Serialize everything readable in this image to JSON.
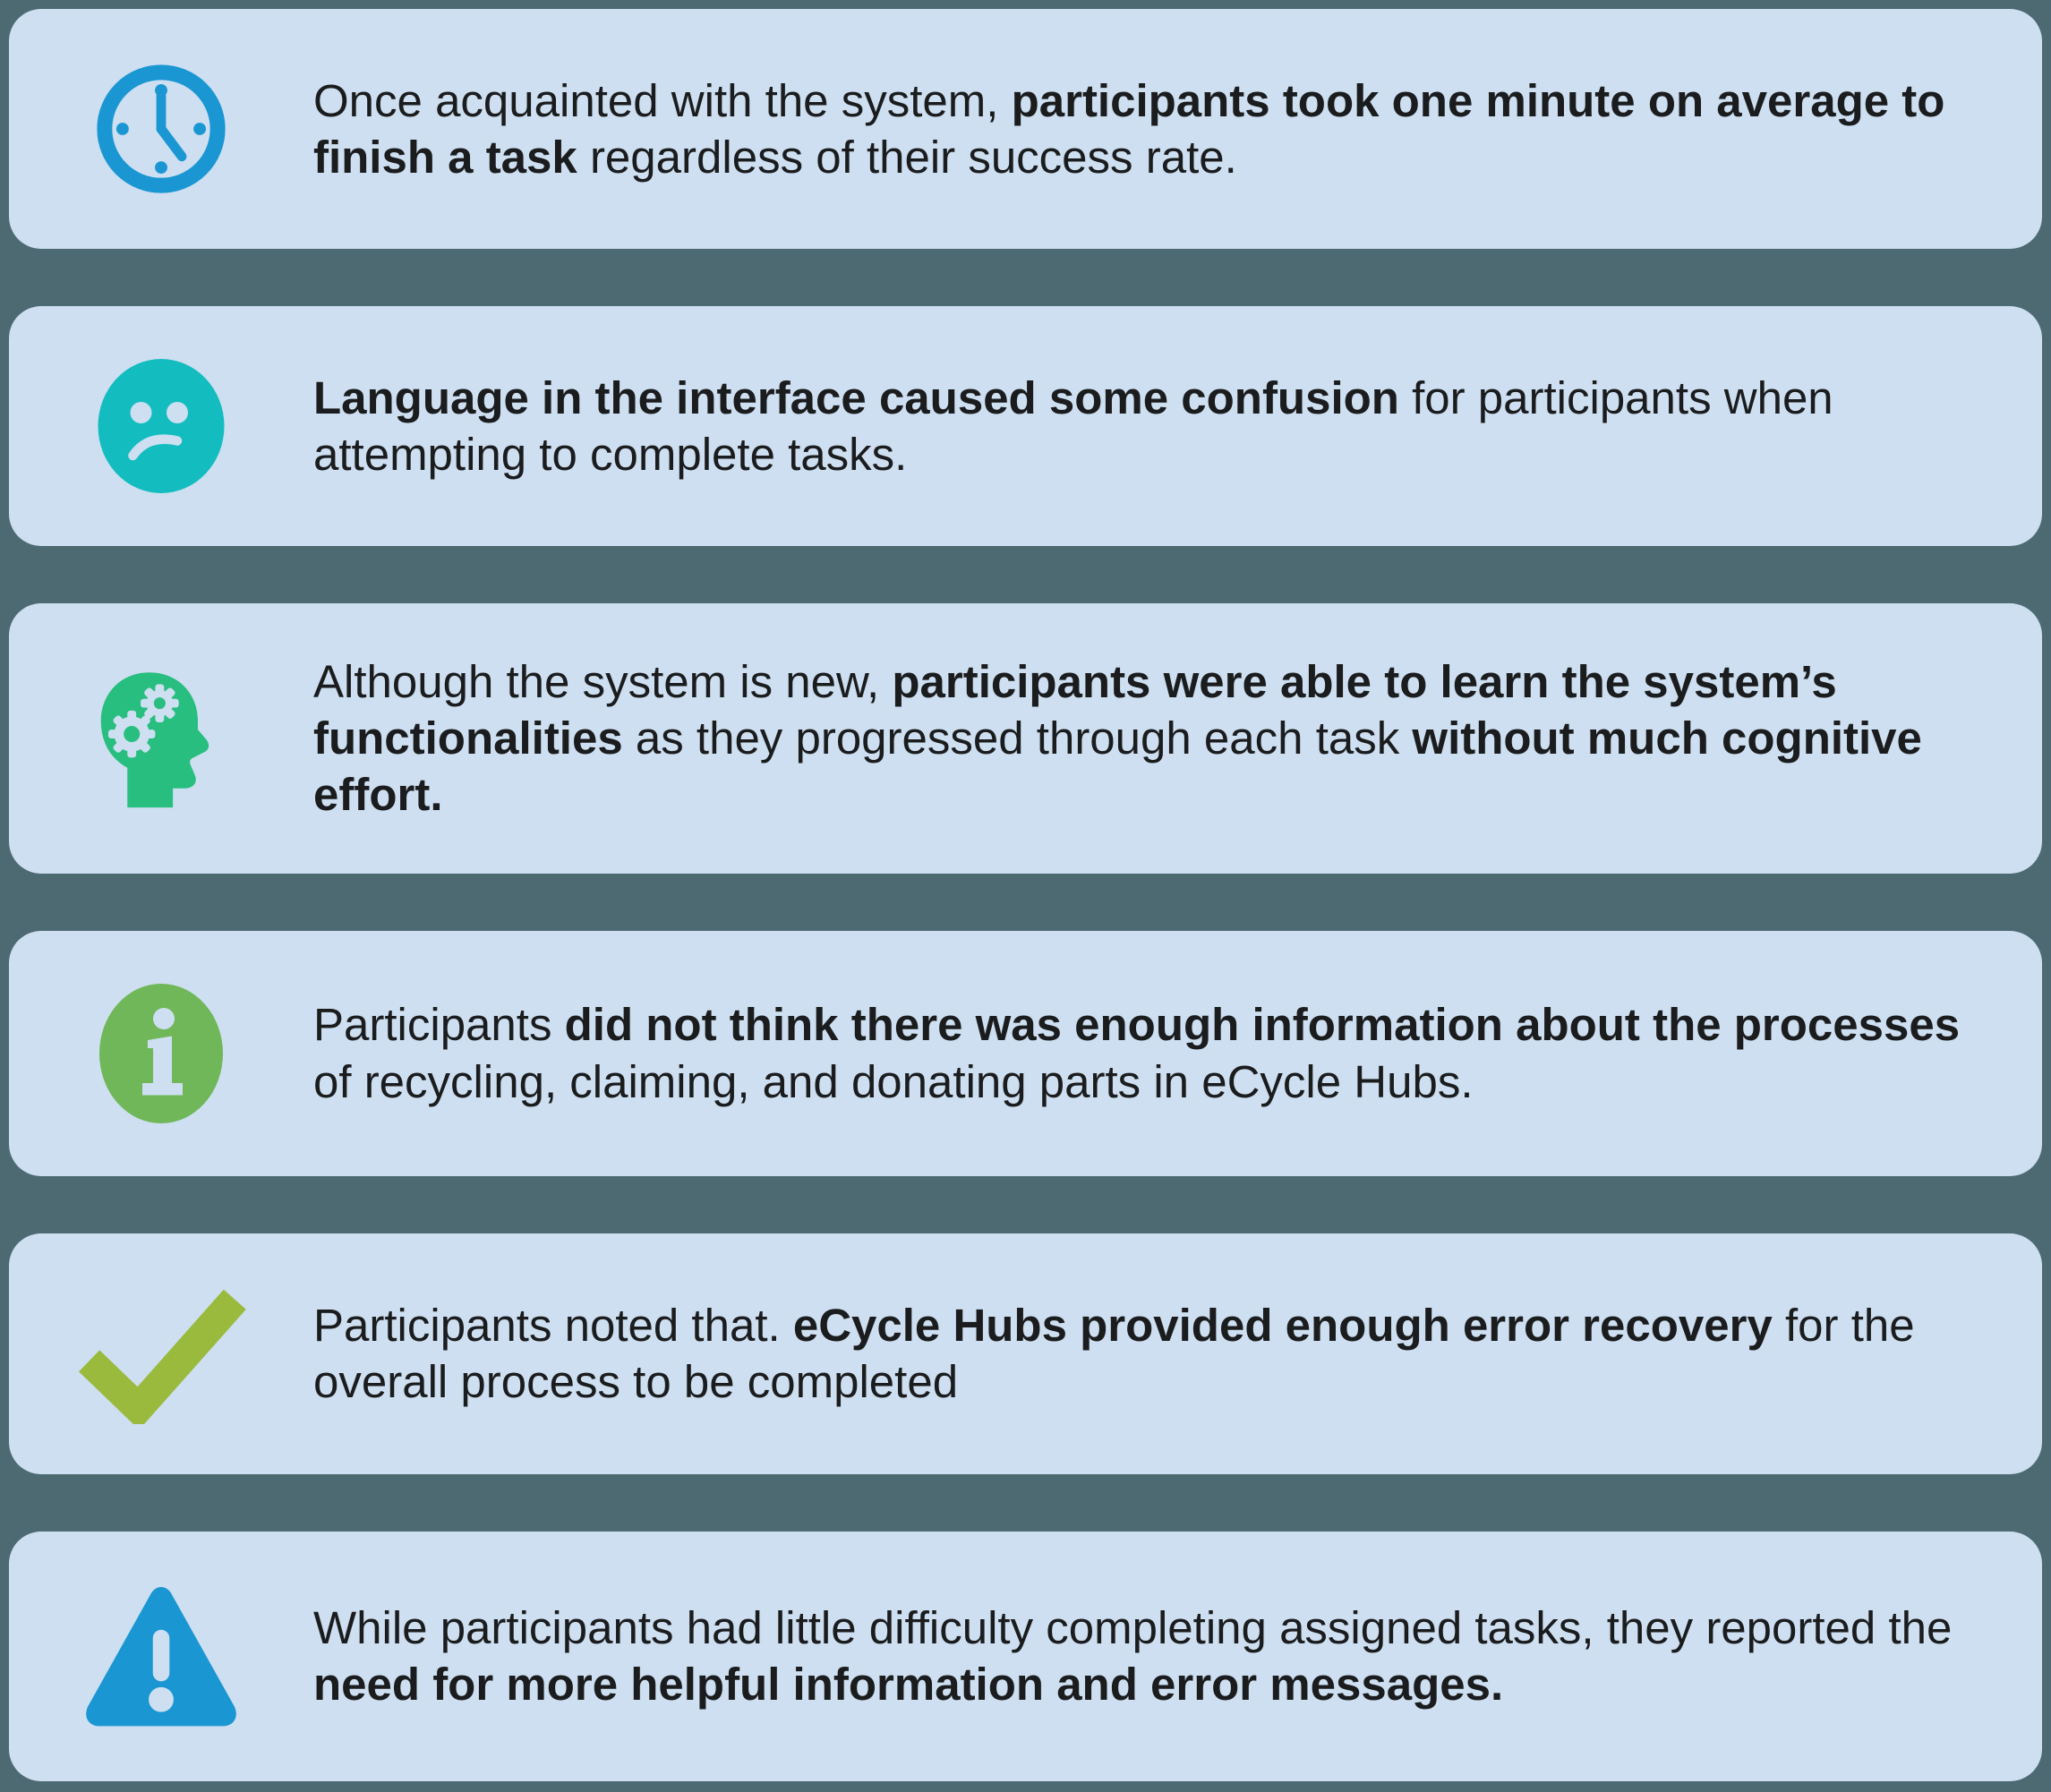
{
  "page": {
    "background": "#4d6a73",
    "card_background": "#cddff0",
    "text_color": "#1b1c1e"
  },
  "cards": [
    {
      "icon": "clock-icon",
      "icon_color": "#1a96d3",
      "segments": [
        {
          "text": "Once acquainted with the system, ",
          "bold": false
        },
        {
          "text": "participants took one minute on average to finish a task",
          "bold": true
        },
        {
          "text": " regardless of their success rate.",
          "bold": false
        }
      ]
    },
    {
      "icon": "sad-face-icon",
      "icon_color": "#13bdbf",
      "segments": [
        {
          "text": "Language in the interface caused some confusion",
          "bold": true
        },
        {
          "text": " for participants when attempting to complete tasks.",
          "bold": false
        }
      ]
    },
    {
      "icon": "head-gears-icon",
      "icon_color": "#28be80",
      "segments": [
        {
          "text": "Although the system is new, ",
          "bold": false
        },
        {
          "text": "participants were able to learn the system’s functionalities",
          "bold": true
        },
        {
          "text": " as they progressed through each task ",
          "bold": false
        },
        {
          "text": "without much cognitive effort.",
          "bold": true
        }
      ]
    },
    {
      "icon": "info-icon",
      "icon_color": "#70b759",
      "segments": [
        {
          "text": "Participants ",
          "bold": false
        },
        {
          "text": "did not think there was enough information about the processes",
          "bold": true
        },
        {
          "text": " of recycling, claiming, and donating parts in eCycle Hubs.",
          "bold": false
        }
      ]
    },
    {
      "icon": "check-icon",
      "icon_color": "#9aba3e",
      "segments": [
        {
          "text": "Participants noted that. ",
          "bold": false
        },
        {
          "text": "eCycle Hubs provided enough error recovery",
          "bold": true
        },
        {
          "text": " for the overall process to be completed",
          "bold": false
        }
      ]
    },
    {
      "icon": "warning-icon",
      "icon_color": "#1a96d3",
      "segments": [
        {
          "text": "While participants had little difficulty completing assigned tasks, they reported the ",
          "bold": false
        },
        {
          "text": "need for more helpful information and error messages.",
          "bold": true
        }
      ]
    }
  ]
}
